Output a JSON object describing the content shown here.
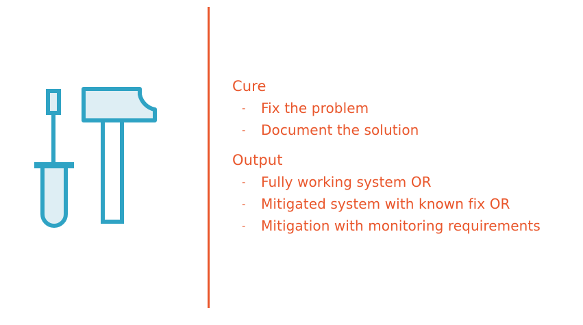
{
  "colors": {
    "accent_orange": "#E9562B",
    "tool_stroke_blue": "#2FA3C4",
    "tool_fill_light": "#DEEEF4",
    "background": "#FFFFFF"
  },
  "illustration": {
    "name": "screwdriver-and-hammer",
    "tools": [
      "screwdriver-icon",
      "hammer-icon"
    ]
  },
  "divider": {
    "name": "vertical-divider",
    "color": "#E9562B"
  },
  "sections": [
    {
      "id": "cure",
      "heading": "Cure",
      "bullets": [
        {
          "dash": "-",
          "text": "Fix the problem"
        },
        {
          "dash": "-",
          "text": "Document the solution"
        }
      ]
    },
    {
      "id": "output",
      "heading": "Output",
      "bullets": [
        {
          "dash": "-",
          "text": "Fully working system OR"
        },
        {
          "dash": "-",
          "text": "Mitigated system with known fix OR"
        },
        {
          "dash": "-",
          "text": "Mitigation with monitoring requirements"
        }
      ]
    }
  ]
}
